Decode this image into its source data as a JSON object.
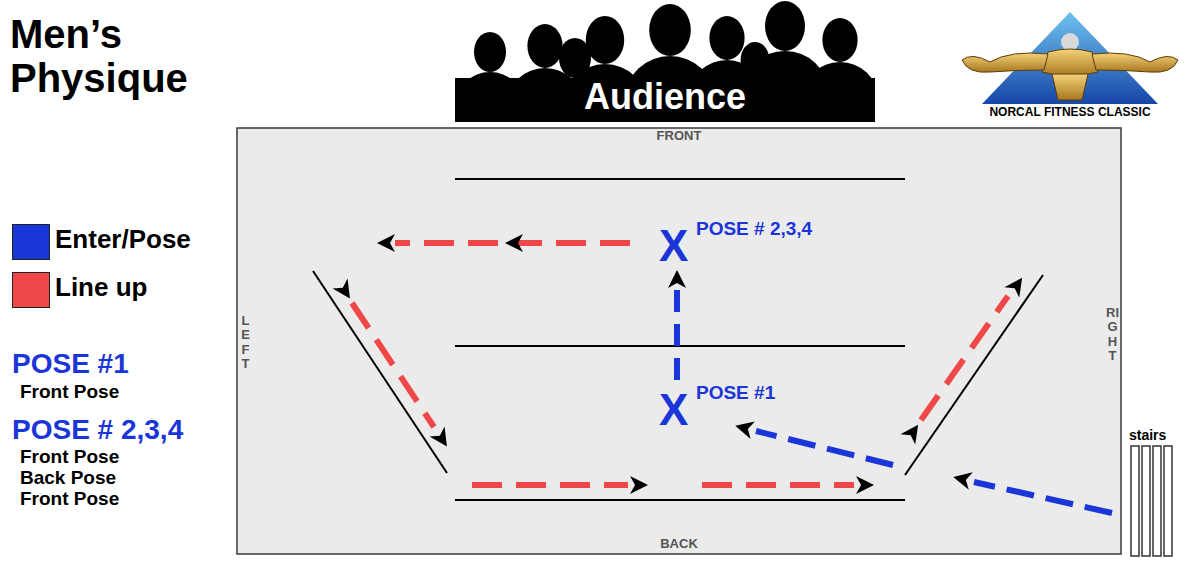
{
  "diagram": {
    "title": "Men’s Physique",
    "nodes": [
      {
        "text": [
          "Audience"
        ]
      },
      {
        "text": [
          "FRONT",
          "LEFT",
          "RIGHT",
          "BACK"
        ]
      }
    ],
    "labels": [
      "NORCAL FITNESS CLASSIC",
      "X",
      "POSE # 2,3,4",
      "X",
      "POSE #1",
      "stairs",
      "POSE #1",
      "Front Pose",
      "POSE # 2,3,4",
      "Front Pose",
      "Back Pose",
      "Front Pose"
    ],
    "legend": [
      {
        "text": "Enter/Pose",
        "color": "#1a35d8"
      },
      {
        "text": "Line up",
        "color": "#f04848"
      }
    ]
  }
}
